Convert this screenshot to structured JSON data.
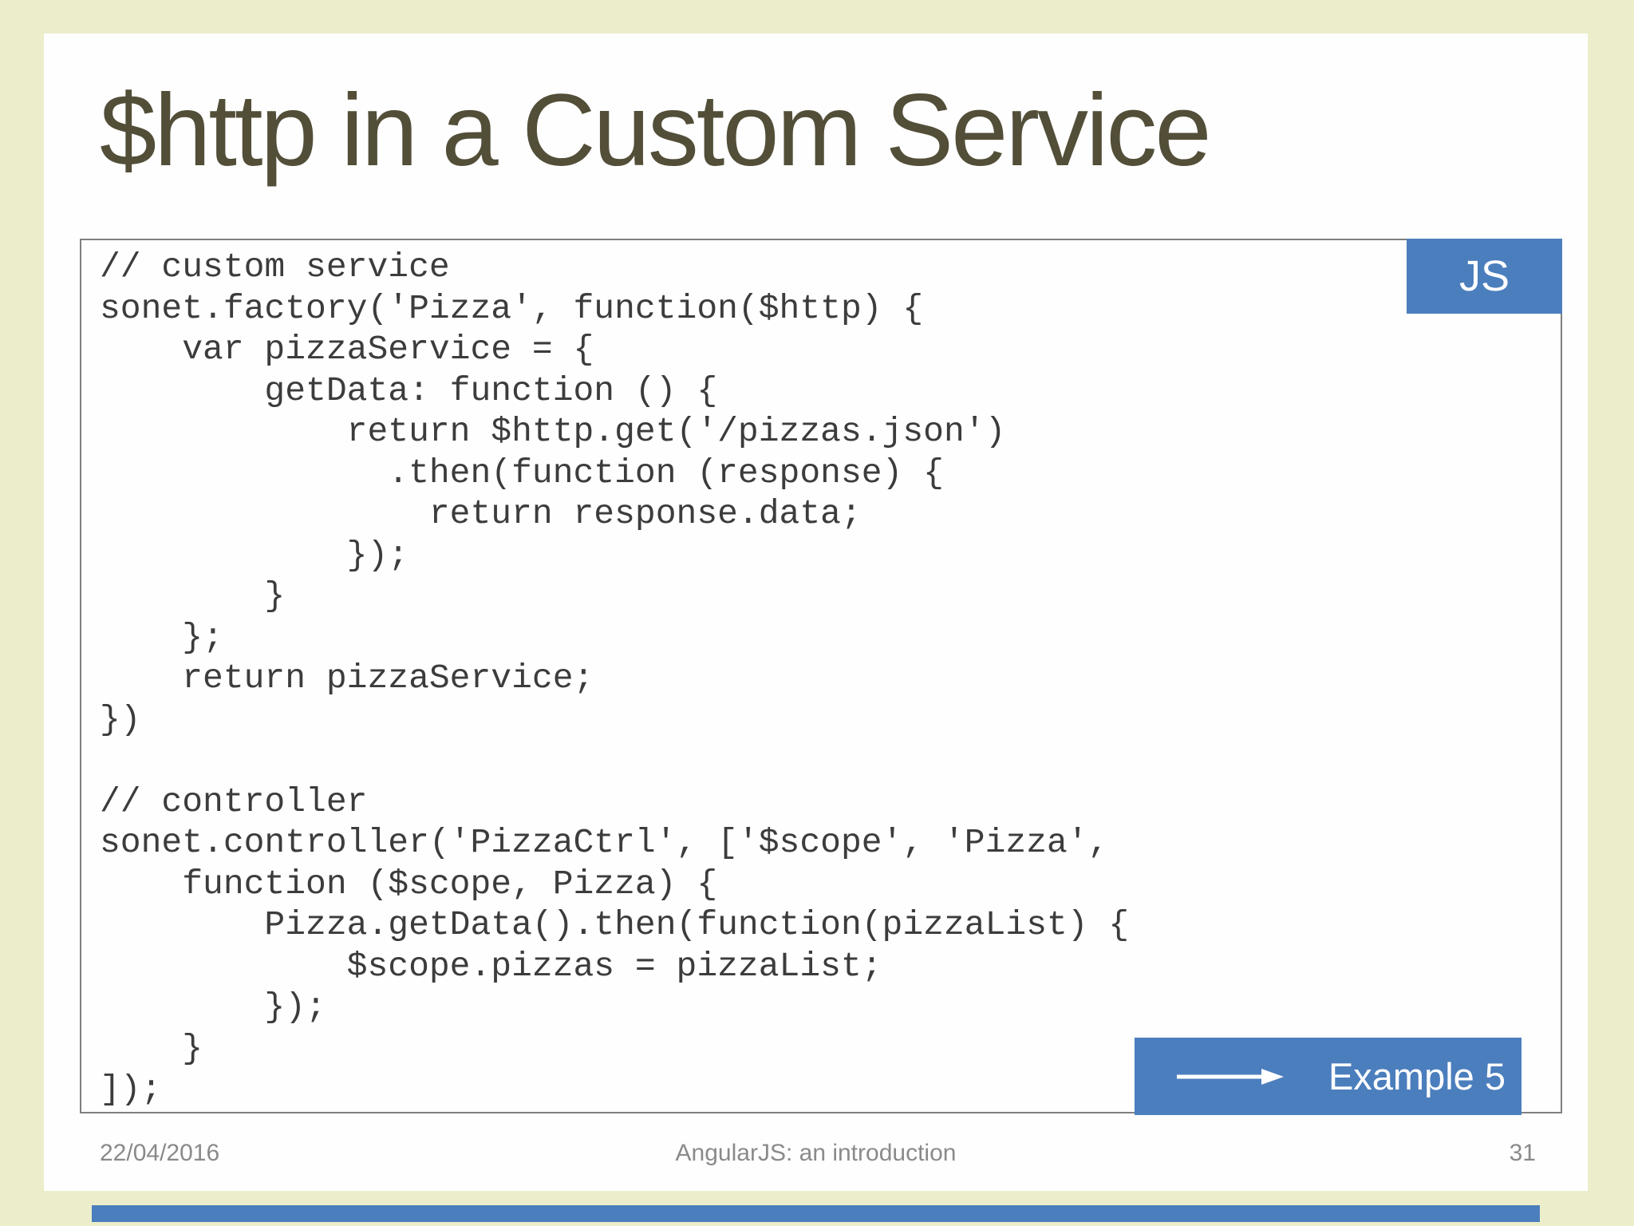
{
  "slide": {
    "title": "$http in a Custom Service",
    "code_block": {
      "language_badge": "JS",
      "code_lines": [
        "// custom service",
        "sonet.factory('Pizza', function($http) {",
        "    var pizzaService = {",
        "        getData: function () {",
        "            return $http.get('/pizzas.json')",
        "              .then(function (response) {",
        "                return response.data;",
        "            });",
        "        }",
        "    };",
        "    return pizzaService;",
        "})",
        "",
        "// controller",
        "sonet.controller('PizzaCtrl', ['$scope', 'Pizza',",
        "    function ($scope, Pizza) {",
        "        Pizza.getData().then(function(pizzaList) {",
        "            $scope.pizzas = pizzaList;",
        "        });",
        "    }",
        "]);"
      ]
    },
    "example_button": {
      "label": "Example 5",
      "icon": "right-arrow-icon"
    },
    "footer": {
      "date": "22/04/2016",
      "presentation_title": "AngularJS: an introduction",
      "page_number": "31"
    },
    "colors": {
      "accent_blue": "#4B7EBD",
      "background_cream": "#ECEDCA",
      "title_olive": "#524E38",
      "code_text_gray": "#3C3C3C",
      "footer_gray": "#8A8A8A",
      "code_border_gray": "#7F7F7F"
    }
  }
}
